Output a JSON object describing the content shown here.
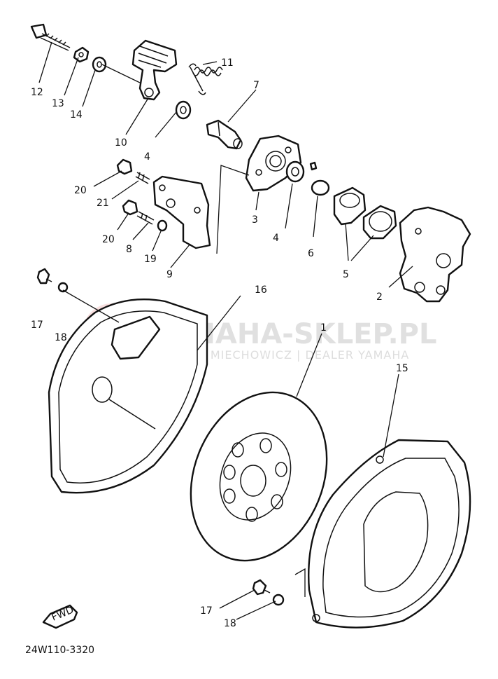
{
  "diagram": {
    "part_code": "24W110-3320",
    "fwd_label": "FWD",
    "callouts": {
      "c1": "1",
      "c2": "2",
      "c3": "3",
      "c4a": "4",
      "c4b": "4",
      "c5": "5",
      "c6": "6",
      "c7": "7",
      "c8": "8",
      "c9": "9",
      "c10": "10",
      "c11": "11",
      "c12": "12",
      "c13": "13",
      "c14": "14",
      "c15": "15",
      "c16": "16",
      "c17a": "17",
      "c17b": "17",
      "c18a": "18",
      "c18b": "18",
      "c19": "19",
      "c20a": "20",
      "c20b": "20",
      "c21": "21"
    }
  },
  "watermark": {
    "brand": "YAMAHA-SKLEP.PL",
    "subtitle": "MOTO MIECHOWICZ | DEALER YAMAHA"
  }
}
